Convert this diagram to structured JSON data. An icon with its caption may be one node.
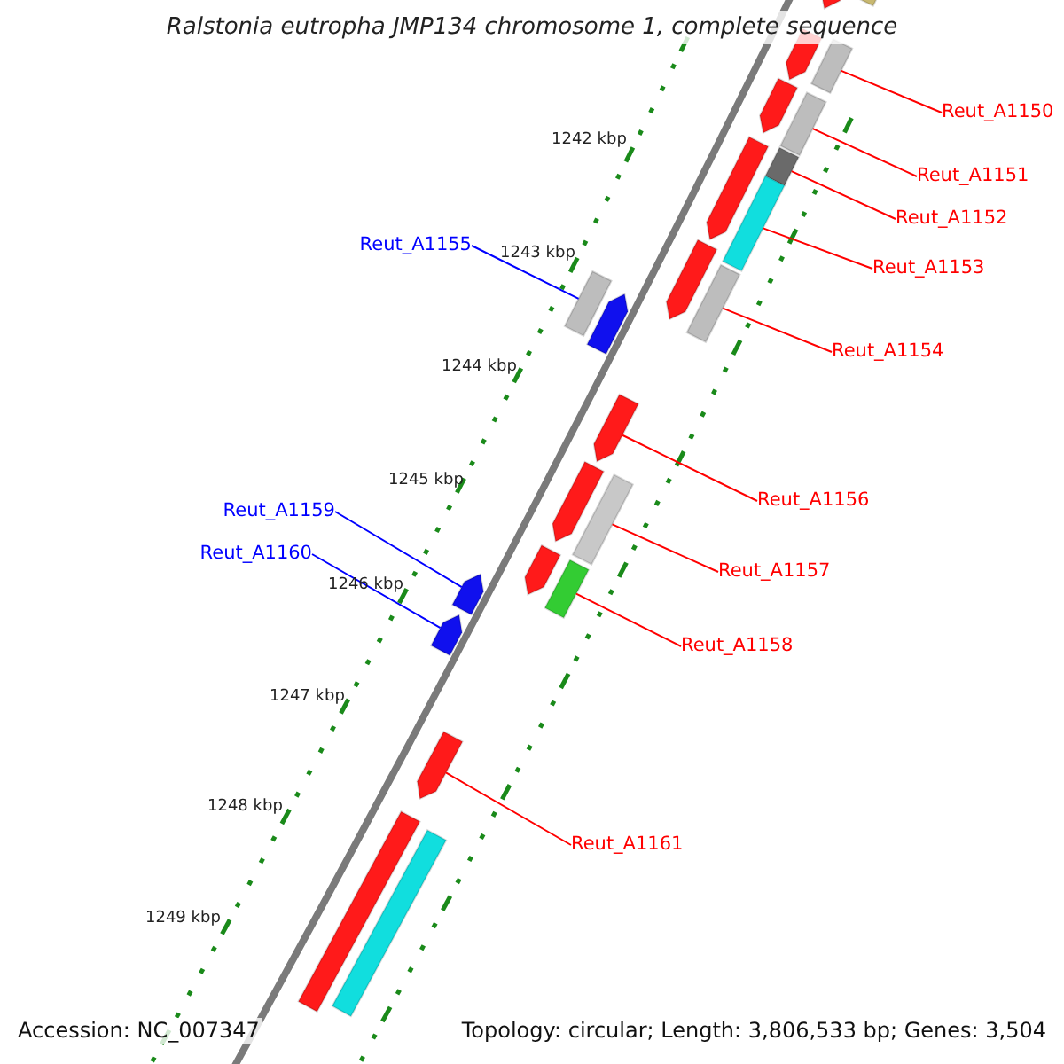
{
  "diagram": {
    "title": "Ralstonia eutropha JMP134 chromosome 1, complete sequence",
    "nodes": [
      {
        "text": [
          "Reut_A1150"
        ]
      },
      {
        "text": [
          "Reut_A1151"
        ]
      },
      {
        "text": [
          "Reut_A1152"
        ]
      },
      {
        "text": [
          "Reut_A1153"
        ]
      },
      {
        "text": [
          "Reut_A1154"
        ]
      },
      {
        "text": [
          "Reut_A1155"
        ]
      },
      {
        "text": [
          "Reut_A1156"
        ]
      },
      {
        "text": [
          "Reut_A1157"
        ]
      },
      {
        "text": [
          "Reut_A1158"
        ]
      },
      {
        "text": [
          "Reut_A1159"
        ]
      },
      {
        "text": [
          "Reut_A1160"
        ]
      },
      {
        "text": [
          "Reut_A1161"
        ]
      },
      {
        "text": [],
        "shape": "bar"
      },
      {
        "text": [],
        "shape": "bar"
      },
      {
        "text": [],
        "shape": "bar"
      },
      {
        "text": [],
        "shape": "bar"
      },
      {
        "text": [],
        "shape": "bar"
      },
      {
        "text": [],
        "shape": "bar"
      },
      {
        "text": [],
        "shape": "bar"
      },
      {
        "text": [],
        "shape": "bar"
      },
      {
        "text": [],
        "shape": "bar"
      },
      {
        "text": [],
        "shape": "bar"
      },
      {
        "text": [],
        "shape": "bar"
      },
      {
        "text": [],
        "shape": "bar"
      },
      {
        "text": [],
        "shape": "bar"
      },
      {
        "text": [],
        "shape": "bar"
      },
      {
        "text": [],
        "shape": "bar"
      },
      {
        "text": [],
        "shape": "bar"
      },
      {
        "text": [],
        "shape": "bar"
      },
      {
        "text": [],
        "shape": "bar"
      },
      {
        "text": [],
        "shape": "bar"
      },
      {
        "text": [],
        "shape": "bar"
      },
      {
        "text": [],
        "shape": "bar"
      },
      {
        "text": [],
        "shape": "bar"
      },
      {
        "text": [],
        "shape": "bar"
      }
    ],
    "edges": [
      {
        "from": 0,
        "to": 12,
        "arrow": "none"
      },
      {
        "from": 1,
        "to": 13,
        "arrow": "none"
      },
      {
        "from": 2,
        "to": 14,
        "arrow": "none"
      },
      {
        "from": 3,
        "to": 15,
        "arrow": "none"
      },
      {
        "from": 4,
        "to": 16,
        "arrow": "none"
      },
      {
        "from": 5,
        "to": 17,
        "arrow": "none",
        "color": "#0000ff"
      },
      {
        "from": 6,
        "to": 18,
        "arrow": "none"
      },
      {
        "from": 7,
        "to": 19,
        "arrow": "none"
      },
      {
        "from": 8,
        "to": 20,
        "arrow": "none"
      },
      {
        "from": 9,
        "to": 21,
        "arrow": "none",
        "color": "#0000ff"
      },
      {
        "from": 10,
        "to": 22,
        "arrow": "none",
        "color": "#0000ff"
      },
      {
        "from": 11,
        "to": 23,
        "arrow": "none"
      }
    ],
    "labels": [
      "1242 kbp",
      "1243 kbp",
      "1244 kbp",
      "1245 kbp",
      "1246 kbp",
      "1247 kbp",
      "1248 kbp",
      "1249 kbp",
      "Accession: NC_007347",
      "Topology: circular; Length: 3,806,533 bp; Genes: 3,504"
    ]
  }
}
